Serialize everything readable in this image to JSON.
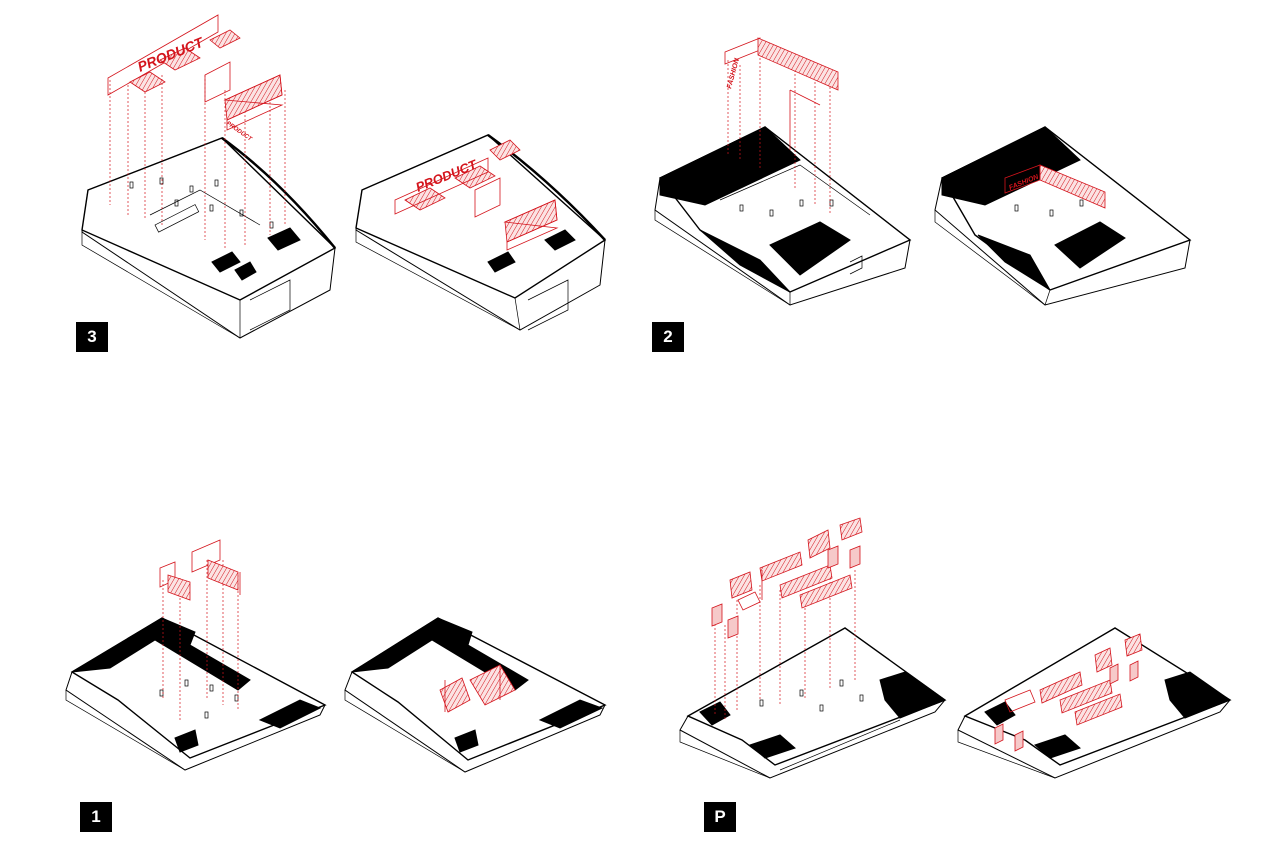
{
  "colors": {
    "accent": "#d4141c",
    "accent_light": "#f6c9c9",
    "ink": "#000000",
    "background": "#ffffff"
  },
  "floors": [
    {
      "id": "floor-3",
      "badge": "3",
      "labels": {
        "main": "PRODUCT",
        "side": "PRODUCT",
        "exploded_side": "PRODUCT"
      }
    },
    {
      "id": "floor-2",
      "badge": "2",
      "labels": {
        "main": "FASHION",
        "placed": "FASHION"
      }
    },
    {
      "id": "floor-1",
      "badge": "1"
    },
    {
      "id": "floor-p",
      "badge": "P"
    }
  ]
}
